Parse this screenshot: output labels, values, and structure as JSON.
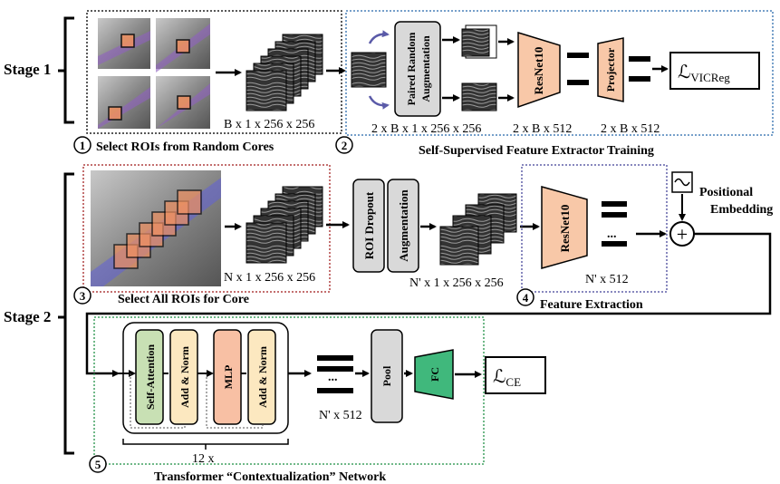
{
  "stage1": {
    "label": "Stage 1",
    "step1_num": "1",
    "step1_caption": "Select ROIs from Random Cores",
    "stack_label": "B x 1 x 256 x 256",
    "step2_num": "2",
    "step2_caption": "Self-Supervised Feature Extractor Training",
    "aug_label_line1": "Paired Random",
    "aug_label_line2": "Augmentation",
    "aug_dims": "2 x B x 1 x 256 x 256",
    "resnet_label": "ResNet10",
    "resnet_dims": "2 x B x 512",
    "projector_label": "Projector",
    "projector_dims": "2 x B x 512",
    "loss_symbol": "ℒ",
    "loss_subscript": "VICReg"
  },
  "stage2": {
    "label": "Stage 2",
    "step3_num": "3",
    "step3_caption": "Select All ROIs for Core",
    "stack_label": "N x 1 x 256 x 256",
    "roi_dropout_label": "ROI Dropout",
    "augmentation_label": "Augmentation",
    "aug_dims": "N' x 1 x 256 x 256",
    "step4_num": "4",
    "step4_caption": "Feature Extraction",
    "resnet_label": "ResNet10",
    "resnet_dims": "N' x 512",
    "pos_embed_line1": "Positional",
    "pos_embed_line2": "Embedding",
    "plus_symbol": "+",
    "self_attention_label": "Self-Attention",
    "add_norm_label": "Add & Norm",
    "mlp_label": "MLP",
    "repeat_label": "12 x",
    "features_dims": "N' x 512",
    "pool_label": "Pool",
    "fc_label": "FC",
    "loss_symbol": "ℒ",
    "loss_subscript": "CE",
    "step5_num": "5",
    "step5_caption": "Transformer “Contextualization” Network"
  },
  "colors": {
    "resnet_fill": "#f8c8a8",
    "self_attention_fill": "#c8e0b4",
    "add_norm_fill": "#fce8c0",
    "mlp_fill": "#f8c0a4",
    "fc_fill": "#40b87c",
    "gray_fill": "#d9d9d9",
    "blue_dotted": "#4a80b8",
    "red_dotted": "#b04040",
    "green_dotted": "#40a060",
    "purple_dotted": "#6060a8"
  }
}
